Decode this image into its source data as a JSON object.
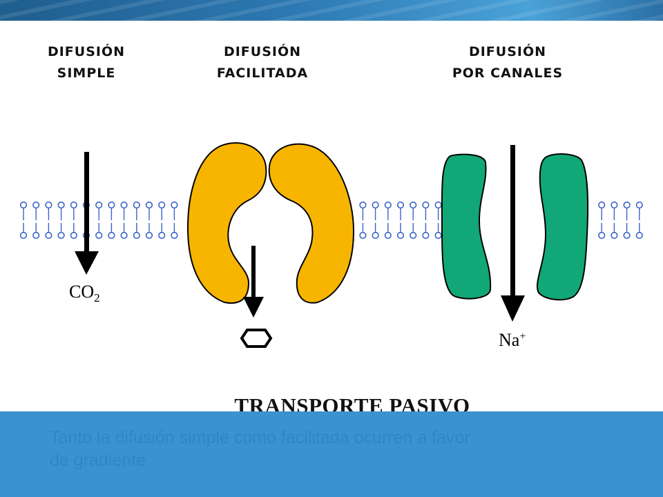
{
  "slide": {
    "colors": {
      "band": "#3a93cf",
      "carrier": "#f7b500",
      "channel": "#12a777",
      "membrane": "#3a62c8"
    }
  },
  "sections": {
    "simple": {
      "line1": "DIFUSIÓN",
      "line2": "SIMPLE",
      "molecule": "CO",
      "molecule_sub": "2"
    },
    "facilitated": {
      "line1": "DIFUSIÓN",
      "line2": "FACILITADA",
      "molecule_icon": "hexagon-icon"
    },
    "channels": {
      "line1": "DIFUSIÓN",
      "line2": "POR CANALES",
      "ion": "Na",
      "ion_sup": "+"
    }
  },
  "title": "TRANSPORTE PASIVO",
  "caption": {
    "line1": "Tanto la difusión simple como facilitada ocurren a favor",
    "line2": "de gradiente"
  }
}
